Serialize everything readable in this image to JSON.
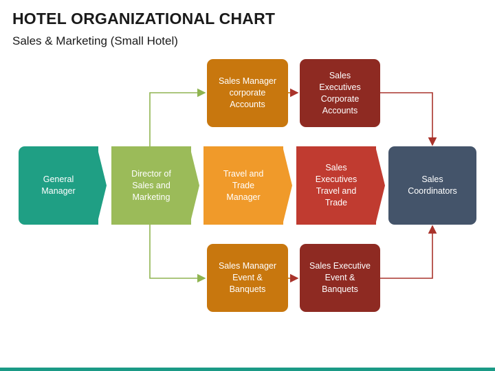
{
  "title": "HOTEL ORGANIZATIONAL CHART",
  "subtitle": "Sales & Marketing (Small Hotel)",
  "nodes": {
    "general_manager": "General\nManager",
    "director": "Director of\nSales and\nMarketing",
    "sales_manager_corporate": "Sales Manager\ncorporate\nAccounts",
    "travel_trade_manager": "Travel and\nTrade\nManager",
    "sales_manager_event": "Sales Manager\nEvent &\nBanquets",
    "sales_exec_corporate": "Sales\nExecutives\nCorporate\nAccounts",
    "sales_exec_travel": "Sales\nExecutives\nTravel and\nTrade",
    "sales_exec_event": "Sales Executive\nEvent &\nBanquets",
    "sales_coordinators": "Sales\nCoordinators"
  },
  "colors": {
    "general_manager": "#1f9f84",
    "director": "#9bbb59",
    "orange_dark": "#c8770e",
    "orange_light": "#f09a2a",
    "red_dark": "#8e2a22",
    "red_light": "#c03b30",
    "coordinators": "#44546a",
    "green_connector": "#8fb450",
    "red_connector": "#a9332b",
    "footer": "#1a9a86"
  }
}
